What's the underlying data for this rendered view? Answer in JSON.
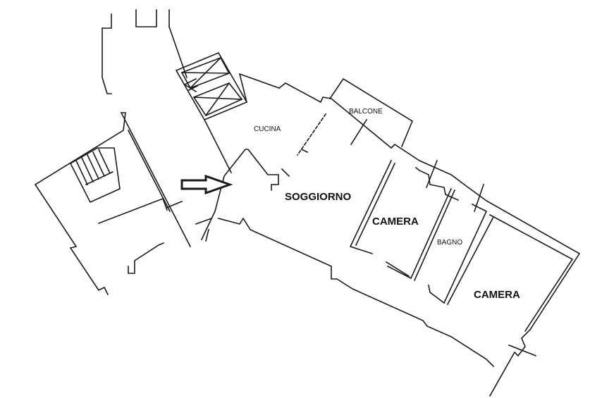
{
  "rooms": {
    "cucina": "CUCINA",
    "balcone": "BALCONE",
    "soggiorno": "SOGGIORNO",
    "camera_1": "CAMERA",
    "bagno": "BAGNO",
    "camera_2": "CAMERA"
  },
  "colors": {
    "line": "#1a1a1a",
    "background": "#ffffff"
  },
  "icons": {
    "entrance": "right-arrow-icon"
  }
}
